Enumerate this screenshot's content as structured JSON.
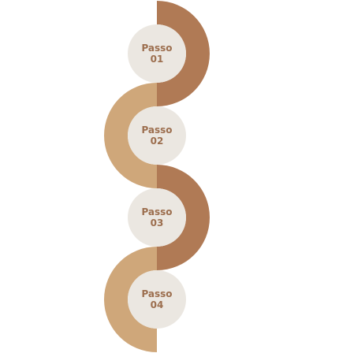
{
  "colors": {
    "arc_dark": "#b07a55",
    "arc_light": "#cfa77a",
    "circle_fill": "#ebe7e1",
    "text": "#9c6e4e"
  },
  "steps": [
    {
      "label": "Passo",
      "number": "01",
      "arc_color": "arc_dark",
      "arc_side": "right"
    },
    {
      "label": "Passo",
      "number": "02",
      "arc_color": "arc_light",
      "arc_side": "left"
    },
    {
      "label": "Passo",
      "number": "03",
      "arc_color": "arc_dark",
      "arc_side": "right"
    },
    {
      "label": "Passo",
      "number": "04",
      "arc_color": "arc_light",
      "arc_side": "left"
    }
  ]
}
